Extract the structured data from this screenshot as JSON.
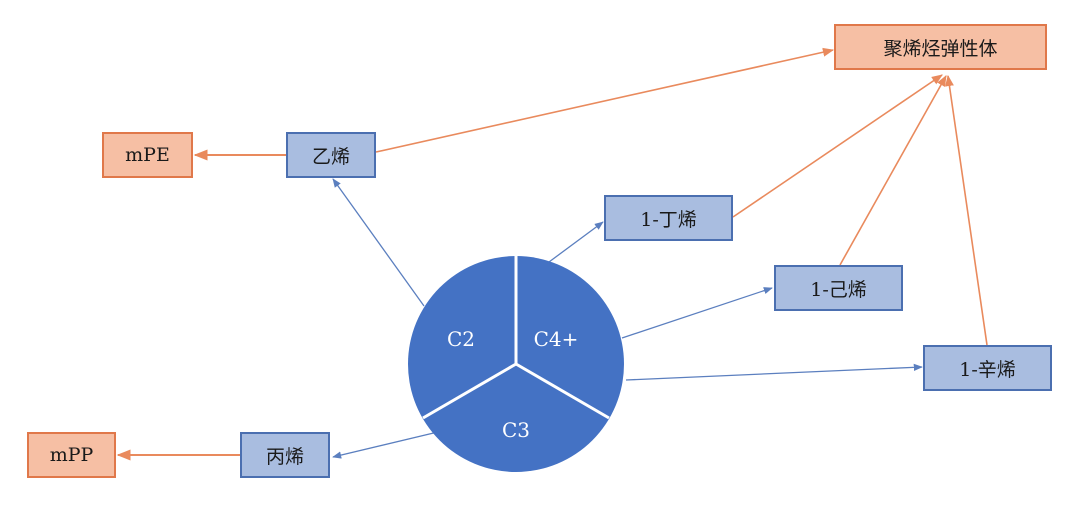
{
  "nodes": {
    "elastomer": "聚烯烃弹性体",
    "mpe": "mPE",
    "ethylene": "乙烯",
    "butene": "1-丁烯",
    "hexene": "1-己烯",
    "octene": "1-辛烯",
    "propylene": "丙烯",
    "mpp": "mPP"
  },
  "pie": {
    "c2": "C2",
    "c3": "C3",
    "c4plus": "C4+"
  },
  "colors": {
    "blue_fill": "#a9bde0",
    "blue_border": "#4b6fb0",
    "orange_fill": "#f6bfa4",
    "orange_border": "#e0784a",
    "pie_fill": "#4472c4",
    "blue_arrow": "#5b7fbf",
    "orange_arrow": "#e98a5d"
  }
}
